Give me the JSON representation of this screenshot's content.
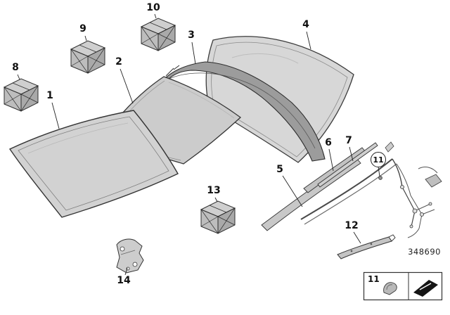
{
  "diagram": {
    "part_number": "348690",
    "callouts": [
      {
        "id": 1,
        "label": "1"
      },
      {
        "id": 2,
        "label": "2"
      },
      {
        "id": 3,
        "label": "3"
      },
      {
        "id": 4,
        "label": "4"
      },
      {
        "id": 5,
        "label": "5"
      },
      {
        "id": 6,
        "label": "6"
      },
      {
        "id": 7,
        "label": "7"
      },
      {
        "id": 8,
        "label": "8"
      },
      {
        "id": 9,
        "label": "9"
      },
      {
        "id": 10,
        "label": "10"
      },
      {
        "id": 11,
        "label": "11",
        "circled": true
      },
      {
        "id": 12,
        "label": "12"
      },
      {
        "id": 13,
        "label": "13"
      },
      {
        "id": 14,
        "label": "14"
      }
    ],
    "legend": {
      "ref_label": "11"
    },
    "colors": {
      "background": "#ffffff",
      "line": "#333333",
      "panel_light": "#d6d6d6",
      "panel_dark": "#9c9c9c"
    }
  }
}
